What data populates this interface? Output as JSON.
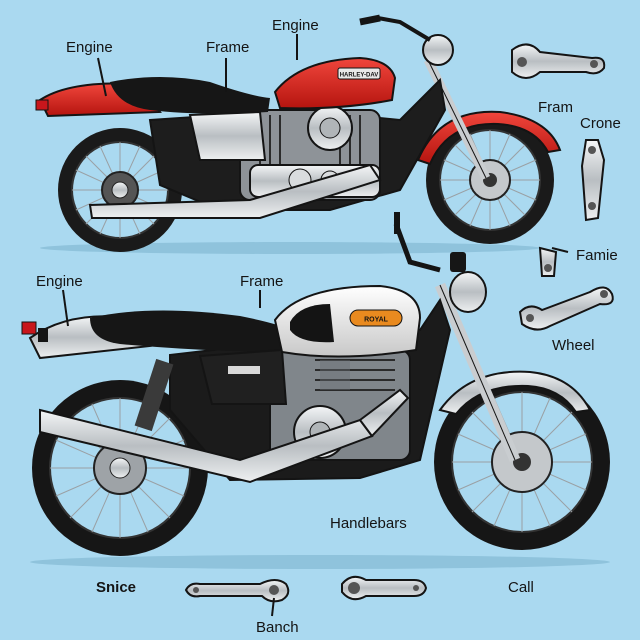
{
  "labels": {
    "top_engine_left": "Engine",
    "top_frame": "Frame",
    "top_engine_center": "Engine",
    "side_fram": "Fram",
    "side_crone": "Crone",
    "side_famie": "Famie",
    "bottom_engine_left": "Engine",
    "bottom_frame": "Frame",
    "side_wheel": "Wheel",
    "handlebars": "Handlebars",
    "snice": "Snice",
    "banch": "Banch",
    "call": "Call"
  },
  "badges": {
    "top_tank": "HARLEY-DAV",
    "bottom_tank": "ROYAL"
  },
  "colors": {
    "background": "#aad9f0",
    "red_tank": "#d8251f",
    "silver_tank": "#e8e8e8",
    "black": "#161616",
    "chrome": "#cfd3d6",
    "outline": "#141414"
  },
  "icons": [
    "cruiser-motorcycle",
    "cafe-racer-motorcycle",
    "wrench-part",
    "bracket-part",
    "lever-part",
    "crank-arm-part"
  ]
}
